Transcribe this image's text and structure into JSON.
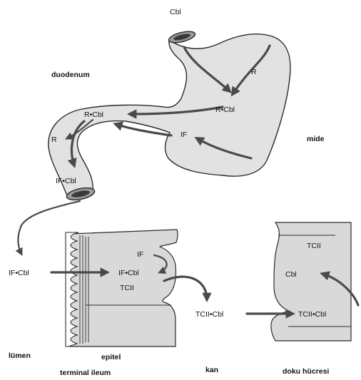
{
  "regions": {
    "duodenum": "duodenum",
    "stomach": "mide",
    "lumen": "lümen",
    "epithelium": "epitel",
    "terminal_ileum": "terminal ileum",
    "blood": "kan",
    "tissue_cell": "doku hücresi"
  },
  "molecules": {
    "cbl_in": "Cbl",
    "r_stomach": "R",
    "r_cbl_stomach": "R•Cbl",
    "r_cbl_duod": "R•Cbl",
    "r_duod": "R",
    "if_stomach": "IF",
    "if_cbl_duod": "IF•Cbl",
    "if_cbl_lumen": "IF•Cbl",
    "if_cbl_epi": "IF•Cbl",
    "if_epi": "IF",
    "tcii_epi": "TCII",
    "tcii_cbl_blood": "TCII•Cbl",
    "tcii_cbl_cell": "TCII•Cbl",
    "tcii_cell": "TCII",
    "cbl_cell": "Cbl"
  },
  "colors": {
    "organ_fill": "#e2e2e2",
    "arrow": "#4a4a4a",
    "outline": "#2a2a2a"
  }
}
